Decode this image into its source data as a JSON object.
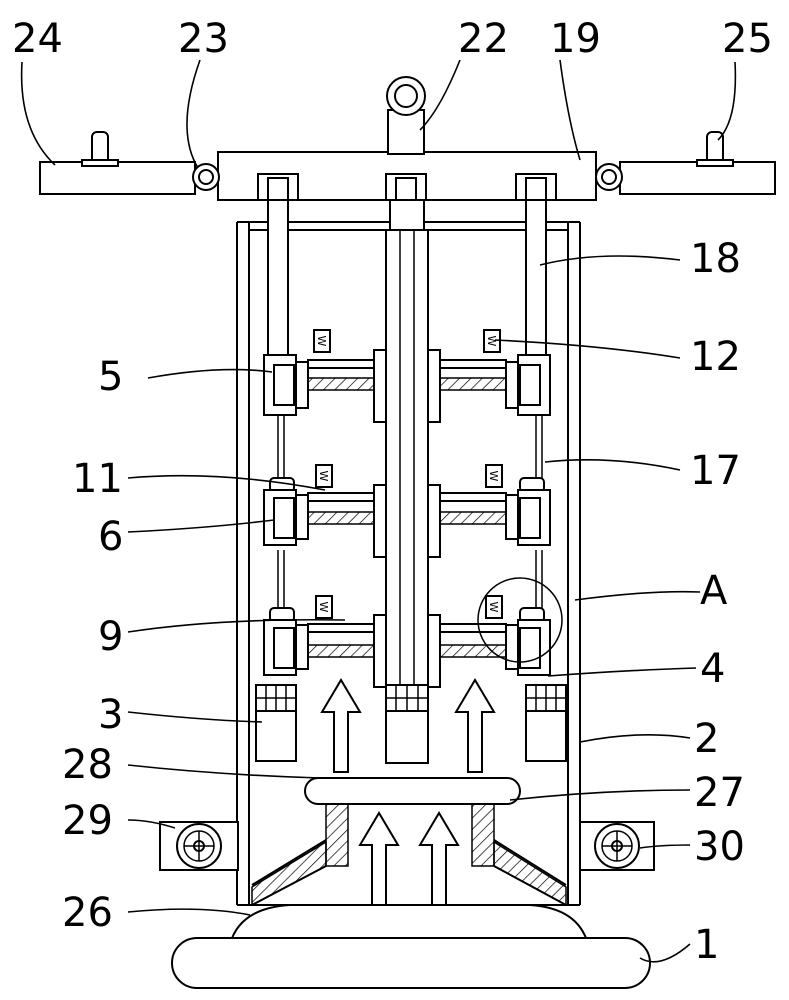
{
  "labels": {
    "l24": "24",
    "l23": "23",
    "l22": "22",
    "l19": "19",
    "l25": "25",
    "l18": "18",
    "l5": "5",
    "l12": "12",
    "l11": "11",
    "l17": "17",
    "l6": "6",
    "lA": "A",
    "l9": "9",
    "l4": "4",
    "l3": "3",
    "l2": "2",
    "l28": "28",
    "l27": "27",
    "l29": "29",
    "l30": "30",
    "l26": "26",
    "l1": "1"
  },
  "spring_marks": [
    "W",
    "W",
    "W",
    "W",
    "W",
    "W"
  ]
}
